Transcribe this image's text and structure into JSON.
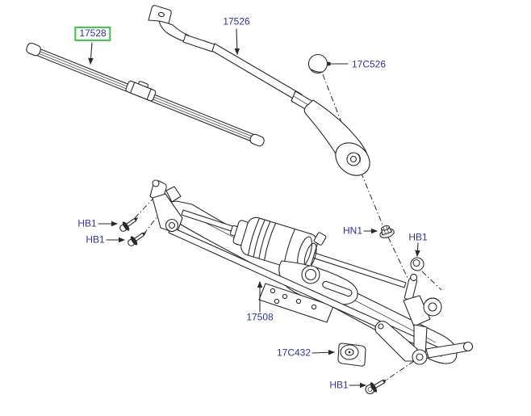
{
  "diagram": {
    "description": "Exploded parts diagram - windscreen wiper blades, arms, pivot caps, fasteners and wiper motor linkage",
    "colors": {
      "label_text": "#333399",
      "selected_box": "#3fc43f",
      "line_art": "#2a2a2a",
      "background": "#ffffff"
    },
    "callouts": {
      "wiper_blade": {
        "part_no": "17528",
        "selected": true
      },
      "wiper_arm": {
        "part_no": "17526"
      },
      "pivot_cap": {
        "part_no": "17C526"
      },
      "bolt_upper_left_1": {
        "part_no": "HB1"
      },
      "bolt_upper_left_2": {
        "part_no": "HB1"
      },
      "pivot_nut": {
        "part_no": "HN1"
      },
      "pivot_spacer": {
        "part_no": "HB1"
      },
      "motor_and_linkage": {
        "part_no": "17508"
      },
      "grommet": {
        "part_no": "17C432"
      },
      "bolt_lower": {
        "part_no": "HB1"
      }
    }
  }
}
